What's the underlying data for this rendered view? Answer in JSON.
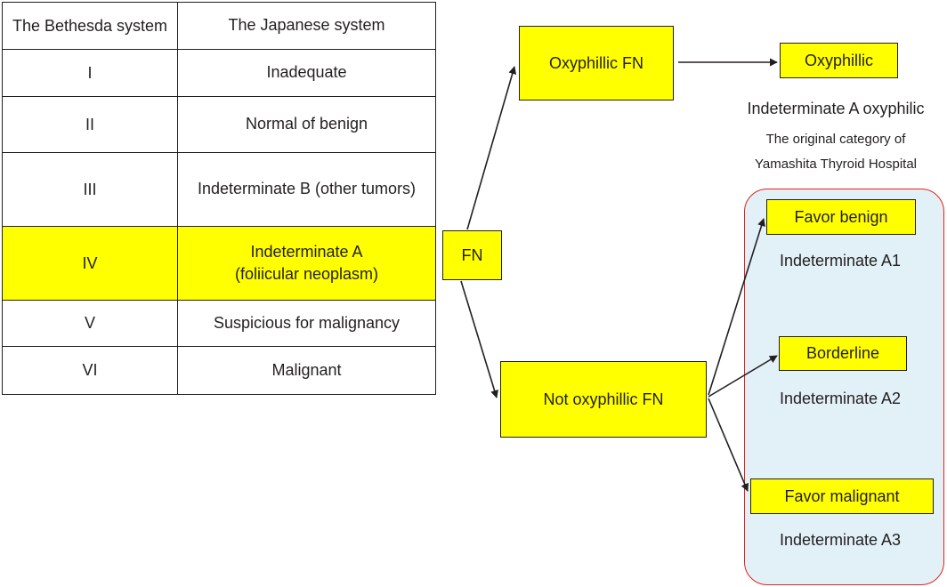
{
  "table": {
    "headers": [
      "The Bethesda system",
      "The Japanese system"
    ],
    "rows": [
      {
        "bethesda": "I",
        "japanese": "Inadequate"
      },
      {
        "bethesda": "II",
        "japanese": "Normal of benign"
      },
      {
        "bethesda": "III",
        "japanese": "Indeterminate B (other tumors)"
      },
      {
        "bethesda": "IV",
        "japanese_line1": "Indeterminate A",
        "japanese_line2": "(foliicular neoplasm)"
      },
      {
        "bethesda": "V",
        "japanese": "Suspicious for malignancy"
      },
      {
        "bethesda": "VI",
        "japanese": "Malignant"
      }
    ]
  },
  "flow": {
    "fn": "FN",
    "oxyphillic_fn": "Oxyphillic FN",
    "not_oxyphillic_fn": "Not oxyphillic FN",
    "oxyphillic": "Oxyphillic",
    "oxyphillic_caption": "Indeterminate A oxyphilic",
    "note_line1": "The original category of",
    "note_line2": "Yamashita Thyroid Hospital",
    "favor_benign": "Favor benign",
    "favor_benign_caption": "Indeterminate A1",
    "borderline": "Borderline",
    "borderline_caption": "Indeterminate A2",
    "favor_malignant": "Favor malignant",
    "favor_malignant_caption": "Indeterminate A3"
  },
  "colors": {
    "highlight": "#ffff00",
    "group_fill": "#e2f1f8",
    "group_border": "#e2231a",
    "line": "#231f20"
  }
}
